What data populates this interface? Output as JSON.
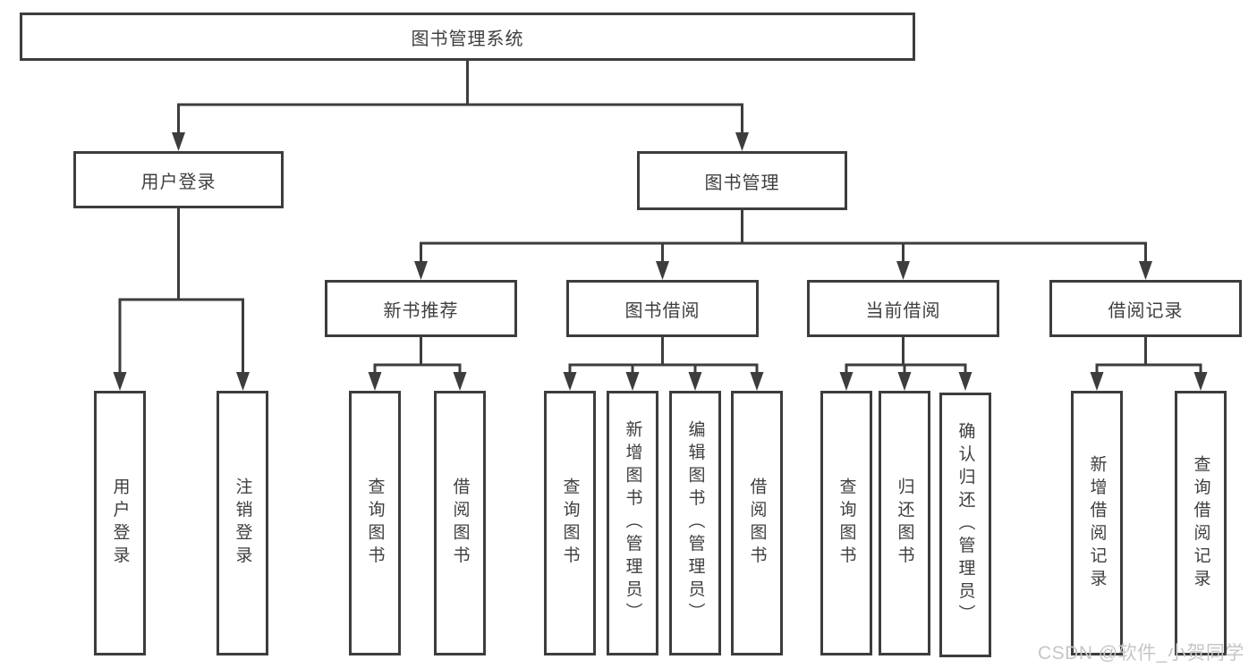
{
  "colors": {
    "line": "#3d3d3d",
    "text": "#3f3f3f",
    "background": "#ffffff",
    "watermark": "#c6c6c6"
  },
  "diagram": {
    "root": "图书管理系统",
    "level2": {
      "user_login": "用户登录",
      "book_management": "图书管理"
    },
    "level3": {
      "new_book": "新书推荐",
      "book_borrow": "图书借阅",
      "current_borrow": "当前借阅",
      "borrow_records": "借阅记录"
    },
    "leaves": {
      "user_login": [
        "用户登录",
        "注销登录"
      ],
      "new_book": [
        "查询图书",
        "借阅图书"
      ],
      "book_borrow": [
        "查询图书",
        "新增图书（管理员）",
        "编辑图书（管理员）",
        "借阅图书"
      ],
      "current_borrow": [
        "查询图书",
        "归还图书",
        "确认归还（管理员）"
      ],
      "borrow_records": [
        "新增借阅记录",
        "查询借阅记录"
      ]
    },
    "watermark": "CSDN @软件_小贺同学"
  }
}
